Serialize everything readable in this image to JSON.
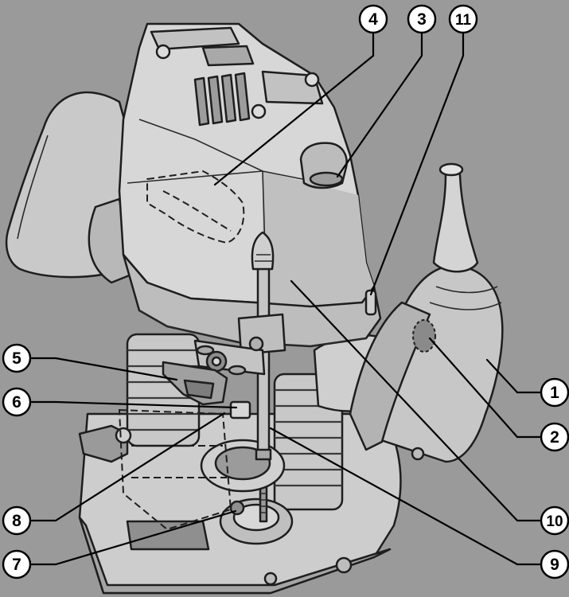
{
  "callouts": [
    {
      "id": "c1",
      "label": "1"
    },
    {
      "id": "c2",
      "label": "2"
    },
    {
      "id": "c3",
      "label": "3"
    },
    {
      "id": "c4",
      "label": "4"
    },
    {
      "id": "c5",
      "label": "5"
    },
    {
      "id": "c6",
      "label": "6"
    },
    {
      "id": "c7",
      "label": "7"
    },
    {
      "id": "c8",
      "label": "8"
    },
    {
      "id": "c9",
      "label": "9"
    },
    {
      "id": "c10",
      "label": "10"
    },
    {
      "id": "c11",
      "label": "11"
    }
  ],
  "colors": {
    "background": "#9a9a9a",
    "housing_light": "#d9d9d9",
    "housing_mid": "#c4c4c4",
    "housing_dark": "#8c8c8c",
    "outline": "#1e1e1e",
    "bubble_fill": "#ffffff"
  }
}
